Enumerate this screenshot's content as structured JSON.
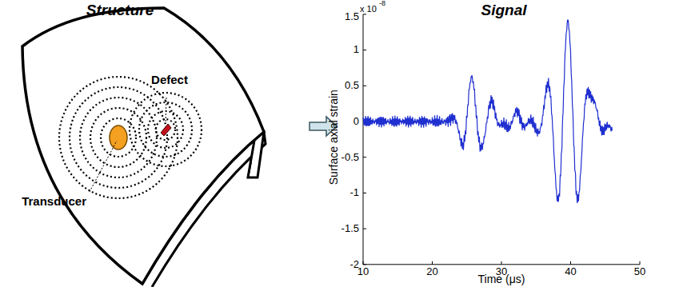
{
  "diagram": {
    "labels": [
      "Structure",
      "Signal",
      "Defect",
      "Transducer",
      "1.5",
      "x 10",
      "-8",
      "1",
      "0.5",
      "0",
      "-0.5",
      "-1",
      "-1.5",
      "-2",
      "10",
      "20",
      "30",
      "40",
      "50",
      "Surface axial strain",
      "Time (μs)"
    ]
  }
}
